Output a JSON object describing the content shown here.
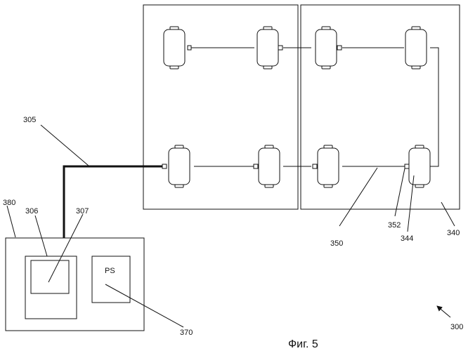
{
  "labels": {
    "system": "300",
    "bus_cable": "305",
    "controller_unit": "306",
    "display": "307",
    "hub_enclosure": "340",
    "device": "344",
    "cable_segment": "350",
    "connector": "352",
    "power_supply": "370",
    "control_box": "380"
  },
  "power_supply_text": "PS",
  "caption": "Фиг. 5"
}
